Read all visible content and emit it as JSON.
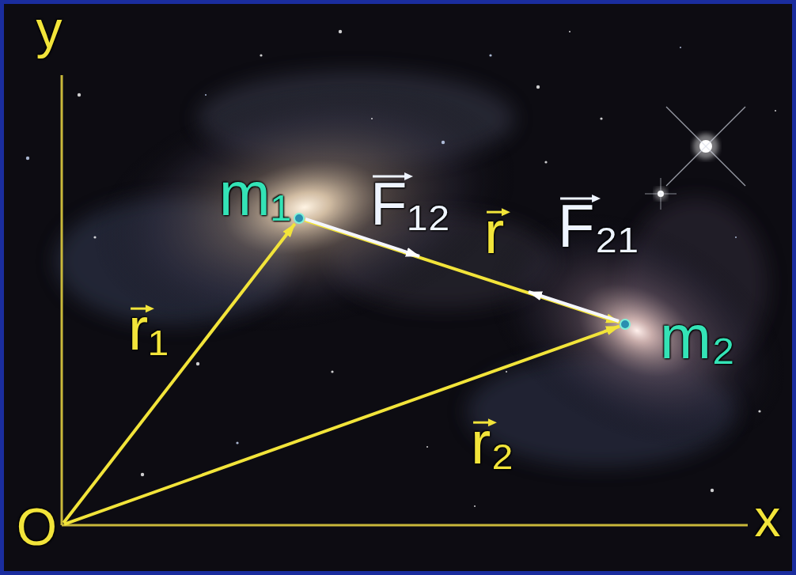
{
  "diagram": {
    "nodes": [
      {
        "text": [
          "m₁"
        ]
      },
      {
        "text": [
          "m₂"
        ]
      },
      {
        "text": [
          "O"
        ]
      }
    ],
    "edges": [
      {
        "from": 2,
        "to": 0,
        "arrow": "to",
        "label": "r₁"
      },
      {
        "from": 2,
        "to": 1,
        "arrow": "to",
        "label": "r₂"
      },
      {
        "from": 0,
        "to": 1,
        "arrow": "to",
        "label": "r"
      }
    ],
    "labels": [
      "y",
      "F₁₂",
      "F₂₁",
      "x"
    ]
  }
}
